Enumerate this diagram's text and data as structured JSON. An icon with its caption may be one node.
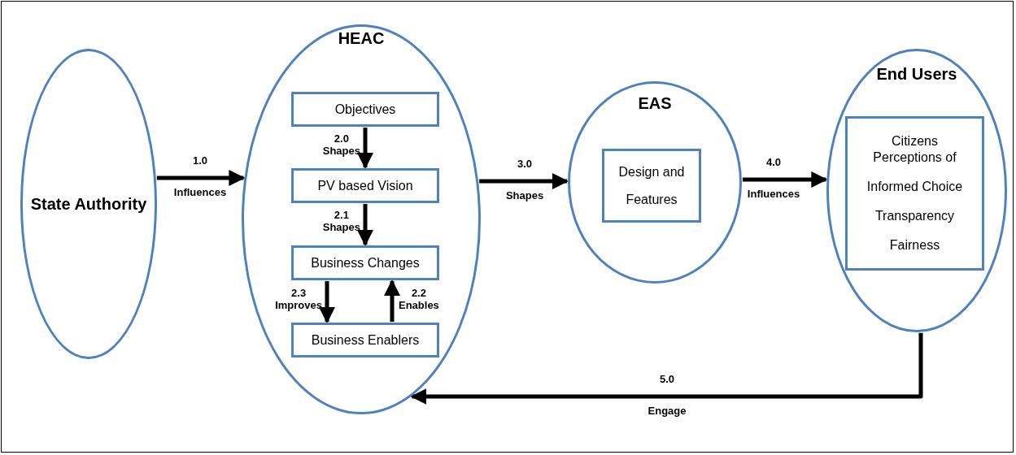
{
  "diagram": {
    "nodes": [
      {
        "text": [
          "State Authority"
        ]
      },
      {
        "text": [
          "HEAC"
        ]
      },
      {
        "text": [
          "Objectives"
        ],
        "in": 1
      },
      {
        "text": [
          "PV based Vision"
        ],
        "in": 1
      },
      {
        "text": [
          "Business Changes"
        ],
        "in": 1
      },
      {
        "text": [
          "Business Enablers"
        ],
        "in": 1
      },
      {
        "text": [
          "EAS"
        ]
      },
      {
        "text": [
          "Design and Features"
        ],
        "in": 6
      },
      {
        "text": [
          "End Users"
        ]
      },
      {
        "text": [
          "Citizens Perceptions of",
          "Informed Choice",
          "Transparency",
          "Fairness"
        ],
        "in": 8
      }
    ],
    "edges": [
      {
        "from": 0,
        "to": 1,
        "arrow": "to",
        "label": "1.0 Influences"
      },
      {
        "from": 2,
        "to": 3,
        "arrow": "to",
        "label": "2.0 Shapes"
      },
      {
        "from": 3,
        "to": 4,
        "arrow": "to",
        "label": "2.1 Shapes"
      },
      {
        "from": 4,
        "to": 5,
        "arrow": "to",
        "label": "2.3 Improves"
      },
      {
        "from": 5,
        "to": 4,
        "arrow": "to",
        "label": "2.2 Enables"
      },
      {
        "from": 1,
        "to": 6,
        "arrow": "to",
        "label": "3.0 Shapes"
      },
      {
        "from": 6,
        "to": 8,
        "arrow": "to",
        "label": "4.0 Influences"
      },
      {
        "from": 8,
        "to": 1,
        "arrow": "to",
        "label": "5.0 Engage"
      }
    ]
  }
}
